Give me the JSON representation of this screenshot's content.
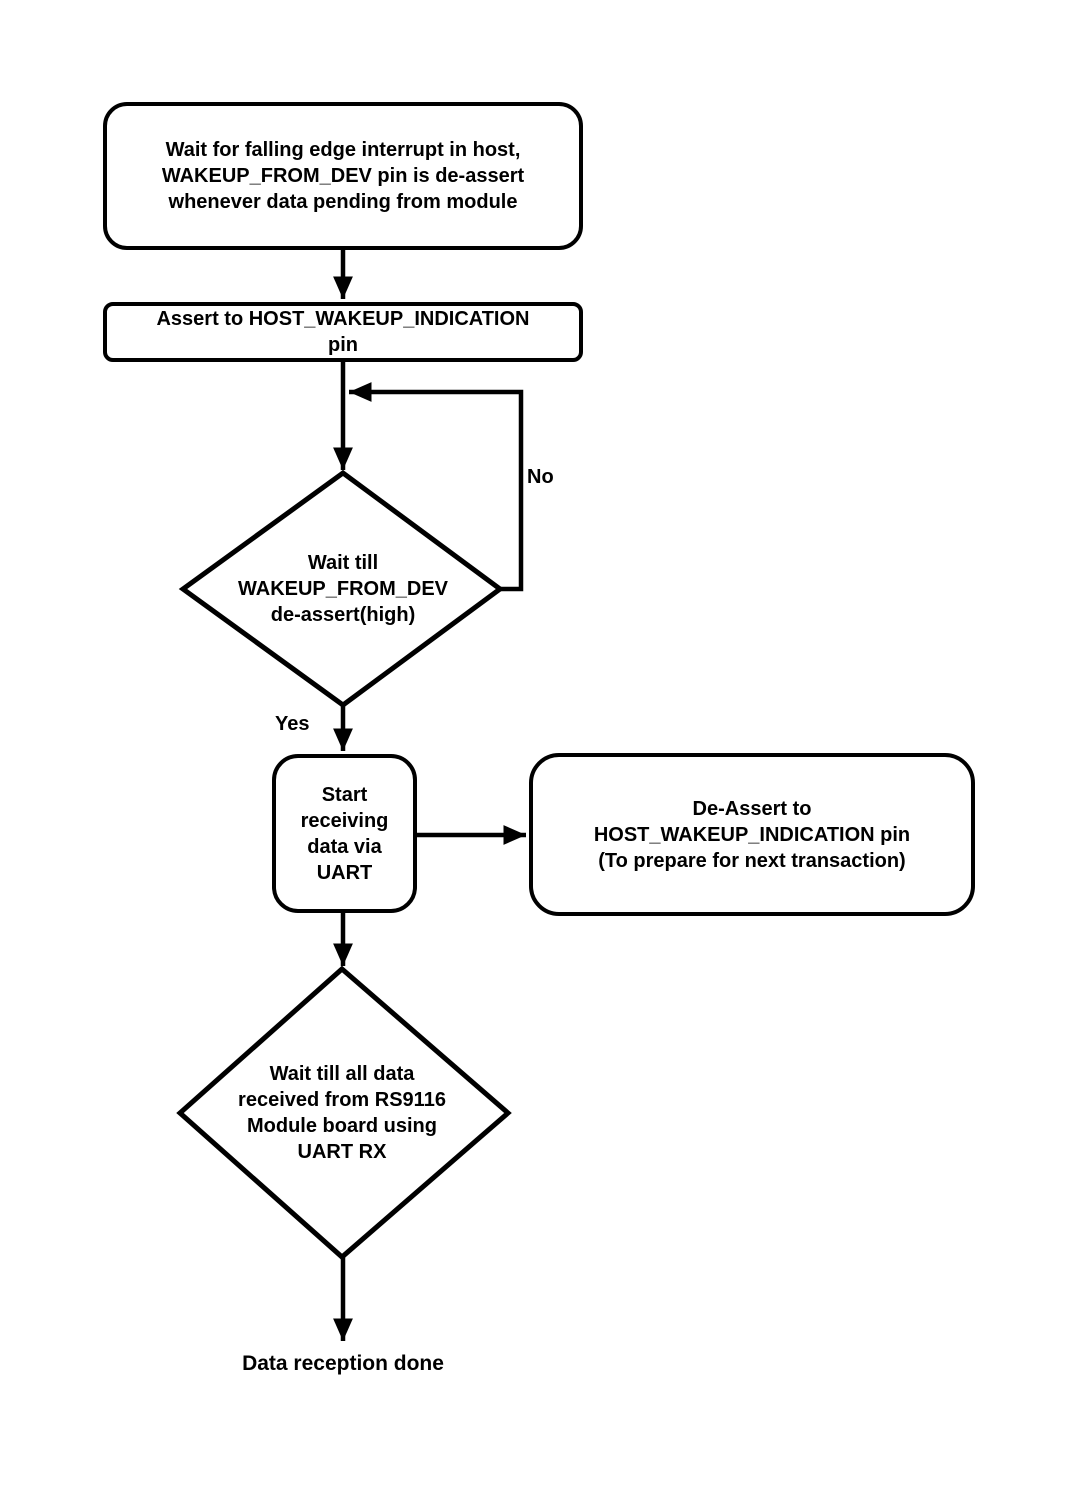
{
  "diagram": {
    "nodes": {
      "wait_interrupt": "Wait for falling edge interrupt in host,\nWAKEUP_FROM_DEV pin is de-assert\nwhenever data pending from module",
      "assert_pin": "Assert to HOST_WAKEUP_INDICATION\npin",
      "wait_deassert": "Wait till\nWAKEUP_FROM_DEV\nde-assert(high)",
      "start_receiving": "Start\nreceiving\ndata via\nUART",
      "deassert_pin": "De-Assert to\nHOST_WAKEUP_INDICATION pin\n(To prepare for next transaction)",
      "wait_all_data": "Wait till all data\nreceived from RS9116\nModule board using\nUART RX",
      "done": "Data reception done"
    },
    "edge_labels": {
      "no": "No",
      "yes": "Yes"
    },
    "colors": {
      "stroke": "#000000",
      "background": "#ffffff"
    }
  }
}
